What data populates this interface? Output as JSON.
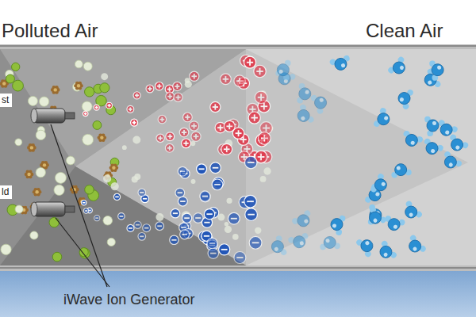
{
  "diagram": {
    "labels": [
      "Polluted Air",
      "Clean Air",
      "st",
      "ld",
      "iWave Ion Generator"
    ]
  }
}
